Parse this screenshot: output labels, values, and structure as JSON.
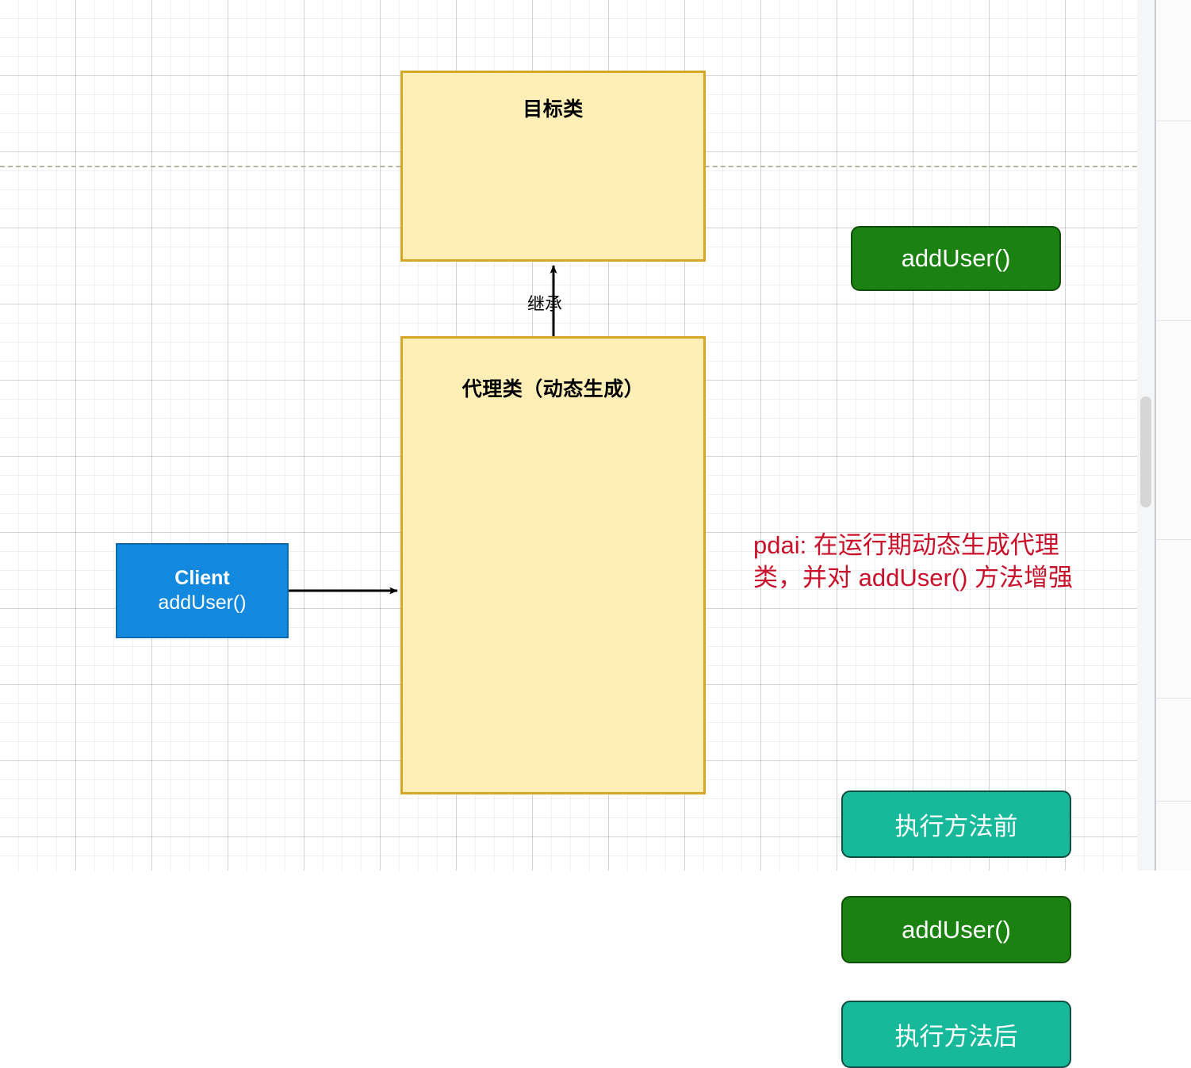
{
  "diagram": {
    "target_class": {
      "title": "目标类",
      "method": "addUser()"
    },
    "proxy_class": {
      "title": "代理类（动态生成）",
      "before": "执行方法前",
      "method": "addUser()",
      "after": "执行方法后"
    },
    "client": {
      "name": "Client",
      "method": "addUser()"
    },
    "edges": {
      "inherit_label": "继承",
      "call_label": ""
    },
    "annotation": {
      "line1": "pdai: 在运行期动态生成代理",
      "line2": "类，并对 addUser() 方法增强"
    }
  },
  "colors": {
    "class_fill": "#ffeeb5",
    "class_border": "#d6a726",
    "method_green": "#1b8110",
    "method_teal": "#18b89a",
    "client_blue": "#1289de",
    "annotation_red": "#c8102a",
    "grid_line": "#e8e8e8",
    "guideline": "#b9b3a6"
  }
}
